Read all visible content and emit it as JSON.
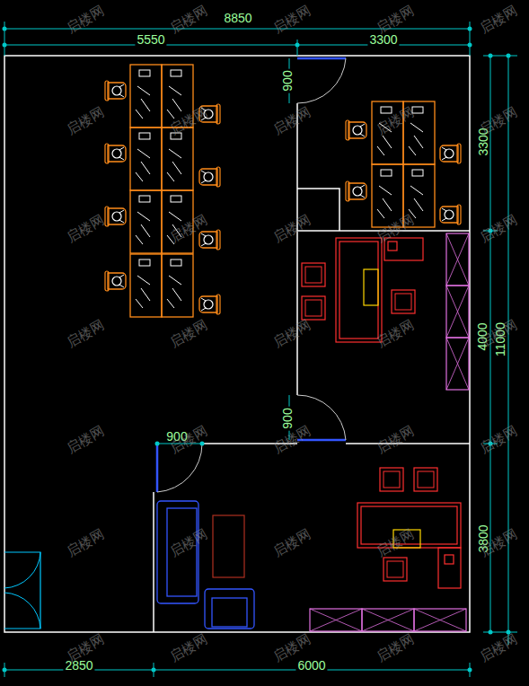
{
  "diagram": {
    "labels": [
      "8850",
      "5550",
      "3300",
      "900",
      "3300",
      "4000",
      "11000",
      "900",
      "900",
      "3800",
      "2850",
      "6000",
      "启楼网",
      "启楼网",
      "启楼网",
      "启楼网",
      "启楼网",
      "启楼网",
      "启楼网",
      "启楼网",
      "启楼网",
      "启楼网",
      "启楼网",
      "启楼网",
      "启楼网",
      "启楼网",
      "启楼网",
      "启楼网",
      "启楼网",
      "启楼网",
      "启楼网",
      "启楼网",
      "启楼网",
      "启楼网",
      "启楼网",
      "启楼网",
      "启楼网",
      "启楼网",
      "启楼网",
      "启楼网",
      "启楼网",
      "启楼网",
      "启楼网",
      "启楼网",
      "启楼网",
      "启楼网",
      "启楼网"
    ]
  }
}
